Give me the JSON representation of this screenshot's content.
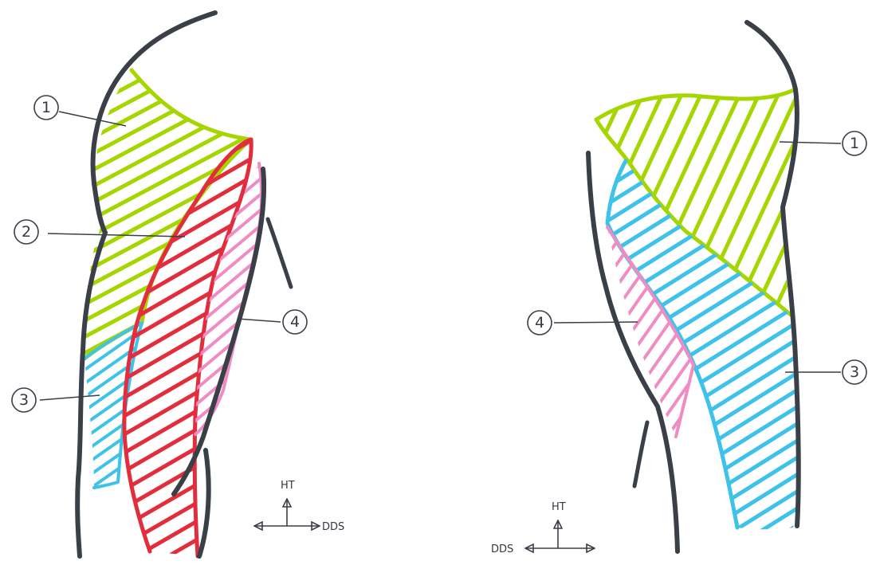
{
  "colors": {
    "outline": "#3a3f48",
    "region_1": "#a6d600",
    "region_2": "#e22d3c",
    "region_3": "#3fc2ea",
    "region_4": "#f08cc4",
    "label_ink": "#333a44"
  },
  "left_view": {
    "labels": [
      "1",
      "2",
      "3",
      "4"
    ],
    "axis": {
      "up": "HT",
      "right": "DDS"
    }
  },
  "right_view": {
    "labels": [
      "1",
      "4",
      "3"
    ],
    "axis": {
      "up": "HT",
      "left": "DDS"
    }
  }
}
